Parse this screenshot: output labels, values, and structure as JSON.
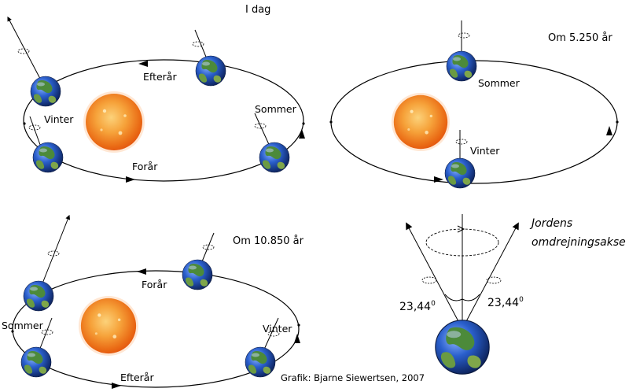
{
  "panels": {
    "today": {
      "title": "I dag",
      "labels": {
        "autumn": "Efterår",
        "winter": "Vinter",
        "summer": "Sommer",
        "spring": "Forår"
      }
    },
    "p5250": {
      "title": "Om 5.250 år",
      "labels": {
        "summer": "Sommer",
        "winter": "Vinter"
      }
    },
    "p10850": {
      "title": "Om 10.850 år",
      "labels": {
        "spring": "Forår",
        "summer": "Sommer",
        "winter": "Vinter",
        "autumn": "Efterår"
      }
    },
    "axis": {
      "title_line1": "Jordens",
      "title_line2": "omdrejningsakse",
      "angle_left": "23,44",
      "angle_right": "23,44",
      "degree_mark": "0"
    }
  },
  "credit": "Grafik: Bjarne Siewertsen, 2007",
  "colors": {
    "sun_core": "#f6a23a",
    "sun_edge": "#e4570f",
    "earth_ocean": "#1f4fb0",
    "earth_land": "#4c8a3a",
    "orbit": "#000000"
  }
}
